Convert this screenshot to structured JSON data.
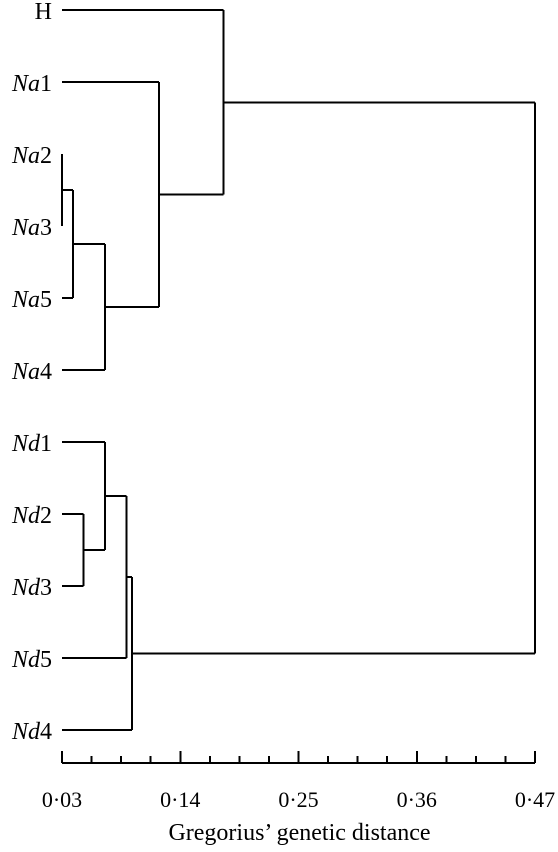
{
  "dendrogram": {
    "leaves": [
      {
        "id": "H",
        "prefix": "",
        "suffix": "H"
      },
      {
        "id": "Na1",
        "prefix": "Na",
        "suffix": "1"
      },
      {
        "id": "Na2",
        "prefix": "Na",
        "suffix": "2"
      },
      {
        "id": "Na3",
        "prefix": "Na",
        "suffix": "3"
      },
      {
        "id": "Na5",
        "prefix": "Na",
        "suffix": "5"
      },
      {
        "id": "Na4",
        "prefix": "Na",
        "suffix": "4"
      },
      {
        "id": "Nd1",
        "prefix": "Nd",
        "suffix": "1"
      },
      {
        "id": "Nd2",
        "prefix": "Nd",
        "suffix": "2"
      },
      {
        "id": "Nd3",
        "prefix": "Nd",
        "suffix": "3"
      },
      {
        "id": "Nd5",
        "prefix": "Nd",
        "suffix": "5"
      },
      {
        "id": "Nd4",
        "prefix": "Nd",
        "suffix": "4"
      }
    ],
    "merges": [
      {
        "children": [
          "Na2",
          "Na3"
        ],
        "height": 0.03
      },
      {
        "children": [
          "Na2+Na3",
          "Na5"
        ],
        "height": 0.04
      },
      {
        "children": [
          "Na2+Na3+Na5",
          "Na4"
        ],
        "height": 0.07
      },
      {
        "children": [
          "Na1",
          "Na2+Na3+Na5+Na4"
        ],
        "height": 0.12
      },
      {
        "children": [
          "H",
          "Na-cluster"
        ],
        "height": 0.18
      },
      {
        "children": [
          "Nd2",
          "Nd3"
        ],
        "height": 0.05
      },
      {
        "children": [
          "Nd1",
          "Nd2+Nd3"
        ],
        "height": 0.07
      },
      {
        "children": [
          "Nd1+Nd2+Nd3",
          "Nd5"
        ],
        "height": 0.09
      },
      {
        "children": [
          "Nd1+Nd2+Nd3+Nd5",
          "Nd4"
        ],
        "height": 0.095
      },
      {
        "children": [
          "H+Na-cluster",
          "Nd-cluster"
        ],
        "height": 0.47
      }
    ]
  },
  "axis": {
    "title": "Gregorius’ genetic distance",
    "range": [
      0.03,
      0.47
    ],
    "ticks": [
      0.03,
      0.14,
      0.25,
      0.36,
      0.47
    ],
    "tick_labels": [
      "0·03",
      "0·14",
      "0·25",
      "0·36",
      "0·47"
    ],
    "minor_step": 0.0275
  }
}
